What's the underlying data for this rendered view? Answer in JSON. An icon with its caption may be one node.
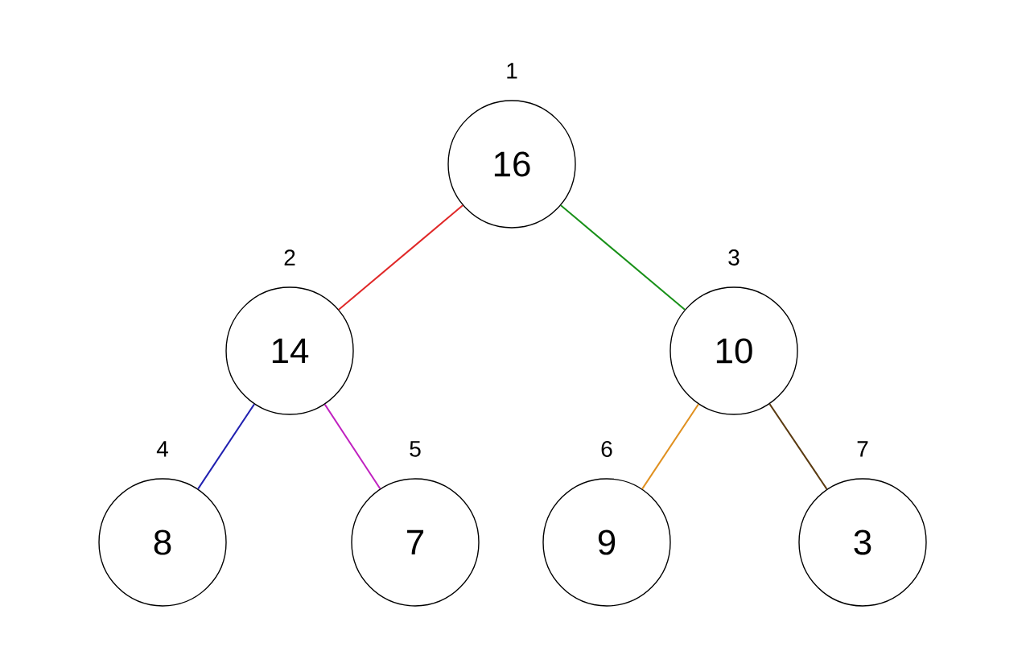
{
  "diagram": {
    "nodes": [
      {
        "text": [
          "16"
        ],
        "beside": [
          "1"
        ]
      },
      {
        "text": [
          "14"
        ],
        "beside": [
          "2"
        ]
      },
      {
        "text": [
          "10"
        ],
        "beside": [
          "3"
        ]
      },
      {
        "text": [
          "8"
        ],
        "beside": [
          "4"
        ]
      },
      {
        "text": [
          "7"
        ],
        "beside": [
          "5"
        ]
      },
      {
        "text": [
          "9"
        ],
        "beside": [
          "6"
        ]
      },
      {
        "text": [
          "3"
        ],
        "beside": [
          "7"
        ]
      }
    ],
    "edges": [
      {
        "from": 0,
        "to": 1,
        "arrow": "none",
        "color": "#e02828"
      },
      {
        "from": 0,
        "to": 2,
        "arrow": "none",
        "color": "#189018"
      },
      {
        "from": 1,
        "to": 3,
        "arrow": "none",
        "color": "#2020b0"
      },
      {
        "from": 1,
        "to": 4,
        "arrow": "none",
        "color": "#c020c0"
      },
      {
        "from": 2,
        "to": 5,
        "arrow": "none",
        "color": "#e09020"
      },
      {
        "from": 2,
        "to": 6,
        "arrow": "none",
        "color": "#5a3a10"
      }
    ]
  }
}
